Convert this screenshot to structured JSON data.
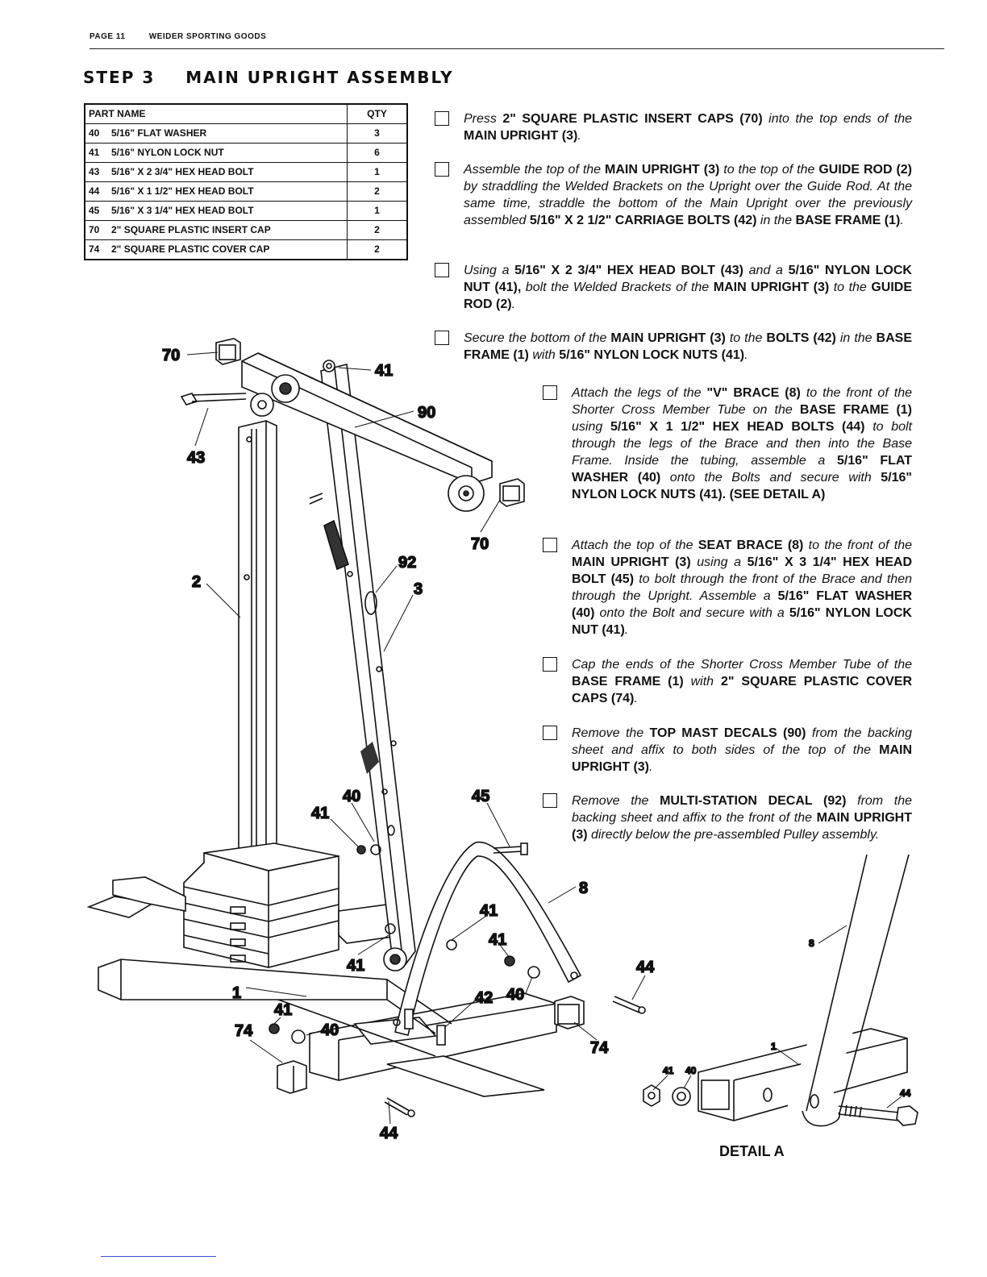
{
  "header": {
    "page": "PAGE  11",
    "company": "WEIDER SPORTING GOODS"
  },
  "title": {
    "step": "STEP 3",
    "name": "MAIN UPRIGHT ASSEMBLY"
  },
  "parts_table": {
    "headers": [
      "PART NAME",
      "QTY"
    ],
    "rows": [
      {
        "num": "40",
        "name": "5/16\" FLAT WASHER",
        "qty": "3"
      },
      {
        "num": "41",
        "name": "5/16\" NYLON LOCK NUT",
        "qty": "6"
      },
      {
        "num": "43",
        "name": "5/16\" X 2 3/4\" HEX HEAD BOLT",
        "qty": "1"
      },
      {
        "num": "44",
        "name": "5/16\" X 1 1/2\" HEX HEAD BOLT",
        "qty": "2"
      },
      {
        "num": "45",
        "name": "5/16\" X 3 1/4\" HEX HEAD BOLT",
        "qty": "1"
      },
      {
        "num": "70",
        "name": "2\" SQUARE PLASTIC INSERT CAP",
        "qty": "2"
      },
      {
        "num": "74",
        "name": "2\" SQUARE PLASTIC COVER CAP",
        "qty": "2"
      }
    ]
  },
  "instructions": [
    [
      "Press ",
      "2\" SQUARE PLASTIC INSERT CAPS (70)",
      " into the top ends of the ",
      "MAIN UPRIGHT (3)",
      "."
    ],
    [
      "Assemble the top of the ",
      "MAIN UPRIGHT (3)",
      " to the top of the ",
      "GUIDE ROD (2)",
      " by straddling the Welded Brackets on the Upright over the Guide Rod.  At the same time, straddle the bottom of the Main Upright over the previously assembled ",
      "5/16\" X 2 1/2\" CARRIAGE BOLTS (42)",
      " in the ",
      "BASE FRAME (1)",
      "."
    ],
    [
      "Using a ",
      "5/16\" X 2 3/4\" HEX HEAD BOLT (43)",
      " and a ",
      "5/16\" NYLON LOCK NUT (41),",
      " bolt the Welded Brackets of the ",
      "MAIN UPRIGHT (3)",
      " to the ",
      "GUIDE ROD (2)",
      "."
    ],
    [
      "Secure the bottom of the ",
      "MAIN UPRIGHT (3)",
      " to the ",
      "BOLTS (42)",
      " in the ",
      "BASE FRAME (1)",
      " with ",
      "5/16\" NYLON LOCK NUTS (41)",
      "."
    ],
    [
      "Attach the legs of the ",
      "\"V\" BRACE (8)",
      " to the front of the Shorter Cross Member Tube on the ",
      "BASE FRAME (1)",
      " using ",
      "5/16\" X 1 1/2\" HEX HEAD BOLTS (44)",
      " to bolt through the legs of the Brace and then into the Base Frame.  Inside the tubing, assemble a ",
      "5/16\" FLAT WASHER (40)",
      " onto the Bolts and secure with ",
      "5/16\" NYLON LOCK NUTS (41).  (SEE DETAIL A)",
      ""
    ],
    [
      "Attach the top of the ",
      "SEAT BRACE (8)",
      " to the front of the ",
      "MAIN UPRIGHT (3)",
      " using a ",
      "5/16\" X 3 1/4\" HEX HEAD BOLT (45)",
      " to bolt through the front of the Brace and then through the Upright.  Assemble a ",
      "5/16\" FLAT WASHER (40)",
      " onto the Bolt and secure with a ",
      "5/16\" NYLON LOCK NUT (41)",
      "."
    ],
    [
      "Cap the ends of the Shorter Cross Member Tube of the ",
      "BASE FRAME (1)",
      " with ",
      "2\" SQUARE PLASTIC COVER CAPS (74)",
      "."
    ],
    [
      "Remove the ",
      "TOP MAST DECALS (90)",
      " from the backing sheet and affix to both sides of the top of the ",
      "MAIN UPRIGHT (3)",
      "."
    ],
    [
      "Remove the ",
      "MULTI-STATION DECAL (92)",
      " from the backing sheet and affix to the front of the ",
      "MAIN UPRIGHT (3)",
      " directly below the pre-assembled Pulley assembly."
    ]
  ],
  "callouts": {
    "c70a": "70",
    "c41a": "41",
    "c90": "90",
    "c43": "43",
    "c70b": "70",
    "c92": "92",
    "c3": "3",
    "c2": "2",
    "c40a": "40",
    "c41b": "41",
    "c45": "45",
    "c8": "8",
    "c41c": "41",
    "c41d": "41",
    "c41e": "41",
    "c44a": "44",
    "c42": "42",
    "c40b": "40",
    "c1": "1",
    "c41f": "41",
    "c74a": "74",
    "c40c": "40",
    "c74b": "74",
    "c44b": "44"
  },
  "detail": {
    "label": "DETAIL A",
    "callouts": {
      "d8": "8",
      "d1": "1",
      "d41": "41",
      "d40": "40",
      "d44": "44"
    }
  }
}
